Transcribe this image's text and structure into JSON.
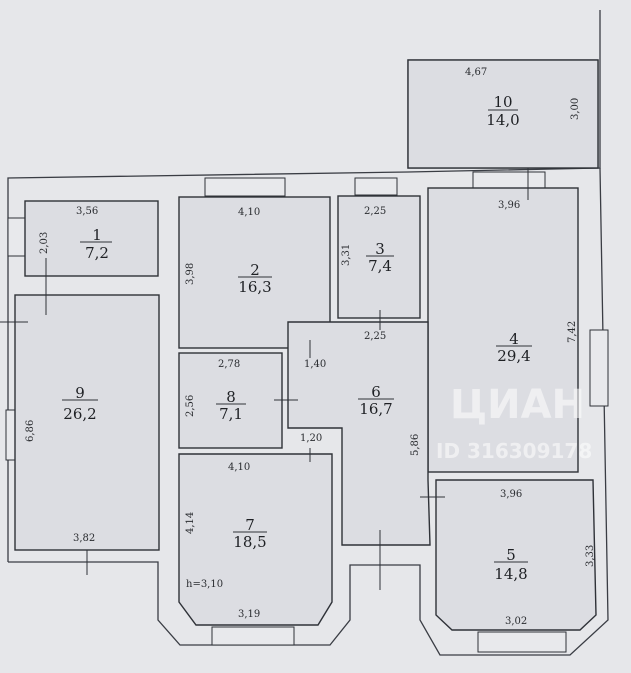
{
  "plan": {
    "rooms": [
      {
        "number": "1",
        "area": "7,2",
        "dims": [
          "3,56",
          "2,03"
        ]
      },
      {
        "number": "2",
        "area": "16,3",
        "dims": [
          "4,10",
          "3,98"
        ]
      },
      {
        "number": "3",
        "area": "7,4",
        "dims": [
          "2,25",
          "3,31",
          "2,25"
        ]
      },
      {
        "number": "4",
        "area": "29,4",
        "dims": [
          "3,96",
          "7,42"
        ]
      },
      {
        "number": "5",
        "area": "14,8",
        "dims": [
          "3,96",
          "3,33",
          "3,02"
        ]
      },
      {
        "number": "6",
        "area": "16,7",
        "dims": [
          "1,40",
          "1,20",
          "5,86"
        ]
      },
      {
        "number": "7",
        "area": "18,5",
        "dims": [
          "4,10",
          "4,14",
          "3,19"
        ],
        "height": "h=3,10"
      },
      {
        "number": "8",
        "area": "7,1",
        "dims": [
          "2,78",
          "2,56"
        ]
      },
      {
        "number": "9",
        "area": "26,2",
        "dims": [
          "6,86",
          "3,82"
        ]
      },
      {
        "number": "10",
        "area": "14,0",
        "dims": [
          "4,67",
          "3,00"
        ]
      }
    ]
  },
  "watermark": {
    "brand": "ЦИАН",
    "id": "ID 316309178"
  }
}
